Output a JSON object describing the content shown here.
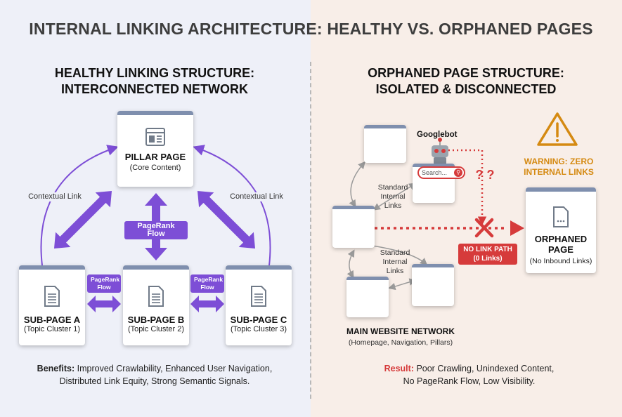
{
  "title": "INTERNAL LINKING ARCHITECTURE: HEALTHY VS. ORPHANED PAGES",
  "healthy": {
    "title_line1": "HEALTHY LINKING STRUCTURE:",
    "title_line2": "INTERCONNECTED NETWORK",
    "pillar": {
      "title": "PILLAR PAGE",
      "sub": "(Core Content)"
    },
    "sub_a": {
      "title": "SUB-PAGE A",
      "sub": "(Topic Cluster 1)"
    },
    "sub_b": {
      "title": "SUB-PAGE B",
      "sub": "(Topic Cluster 2)"
    },
    "sub_c": {
      "title": "SUB-PAGE C",
      "sub": "(Topic Cluster 3)"
    },
    "contextual_link_left": "Contextual Link",
    "contextual_link_right": "Contextual Link",
    "pagerank_flow_center": "PageRank Flow",
    "pagerank_flow_left": [
      "PageRank",
      "Flow"
    ],
    "pagerank_flow_right": [
      "PageRank",
      "Flow"
    ],
    "benefits_label": "Benefits:",
    "benefits_line1": " Improved Crawlability, Enhanced User Navigation,",
    "benefits_line2": "Distributed Link Equity, Strong Semantic Signals."
  },
  "orphaned": {
    "title_line1": "ORPHANED PAGE STRUCTURE:",
    "title_line2": "ISOLATED & DISCONNECTED",
    "googlebot": "Googlebot",
    "search_placeholder": "Search...",
    "question_marks": "? ?",
    "warning_line1": "WARNING: ZERO",
    "warning_line2": "INTERNAL LINKS",
    "standard_links_top": [
      "Standard",
      "Internal",
      "Links"
    ],
    "standard_links_bottom": [
      "Standard",
      "Internal",
      "Links"
    ],
    "no_link_line1": "NO LINK PATH",
    "no_link_line2": "(0 Links)",
    "orphan": {
      "title_line1": "ORPHANED",
      "title_line2": "PAGE",
      "sub": "(No Inbound Links)"
    },
    "network_title": "MAIN WEBSITE NETWORK",
    "network_sub": "(Homepage, Navigation, Pillars)",
    "result_label": "Result:",
    "result_line1": " Poor Crawling, Unindexed Content,",
    "result_line2": "No PageRank Flow, Low Visibility."
  },
  "colors": {
    "purple": "#7d4ed6",
    "red": "#d63b3b",
    "amber": "#d58a12",
    "card_top": "#7f8fae"
  }
}
